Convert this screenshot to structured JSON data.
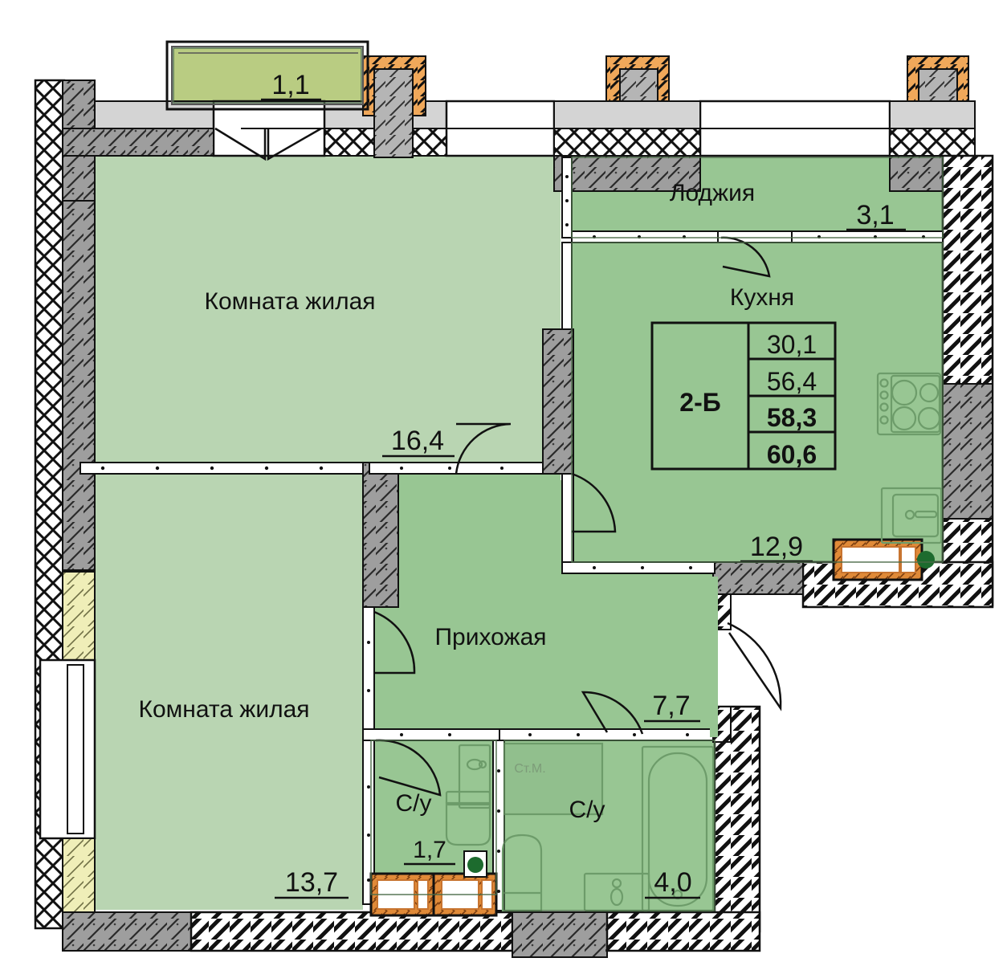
{
  "plan": {
    "type": "apartment-floor-plan",
    "title_code": "2-Б",
    "info_table": {
      "code": "2-Б",
      "rows": [
        "30,1",
        "56,4",
        "58,3",
        "60,6"
      ],
      "bold_rows": [
        "58,3",
        "60,6"
      ]
    },
    "rooms": [
      {
        "id": "balcony-top",
        "name": "",
        "area": "1,1",
        "fill": "#b9cc82"
      },
      {
        "id": "loggia",
        "name": "Лоджия",
        "area": "3,1",
        "fill": "#98c693"
      },
      {
        "id": "kitchen",
        "name": "Кухня",
        "area": "12,9",
        "fill": "#98c693"
      },
      {
        "id": "living-room-top",
        "name": "Комната жилая",
        "area": "16,4",
        "fill": "#b9d5b2"
      },
      {
        "id": "living-room-bot",
        "name": "Комната жилая",
        "area": "13,7",
        "fill": "#b9d5b2"
      },
      {
        "id": "hallway",
        "name": "Прихожая",
        "area": "7,7",
        "fill": "#98c693"
      },
      {
        "id": "bathroom-small",
        "name": "С/у",
        "area": "1,7",
        "fill": "#98c693"
      },
      {
        "id": "bathroom-large",
        "name": "С/у",
        "area": "4,0",
        "fill": "#98c693"
      }
    ],
    "appliance_labels": [
      {
        "id": "washing-machine",
        "text": "Ст.М."
      }
    ],
    "colors": {
      "room_light": "#b9d5b2",
      "room_mid": "#98c693",
      "balcony": "#b9cc82",
      "wall_concrete": "#9e9e9e",
      "wall_light": "#d4d4d4",
      "window_frame_orange": "#e8943a",
      "insulation_yellow": "#efeeb8",
      "outline": "#111111",
      "riser_dot": "#1d6b2e"
    }
  }
}
